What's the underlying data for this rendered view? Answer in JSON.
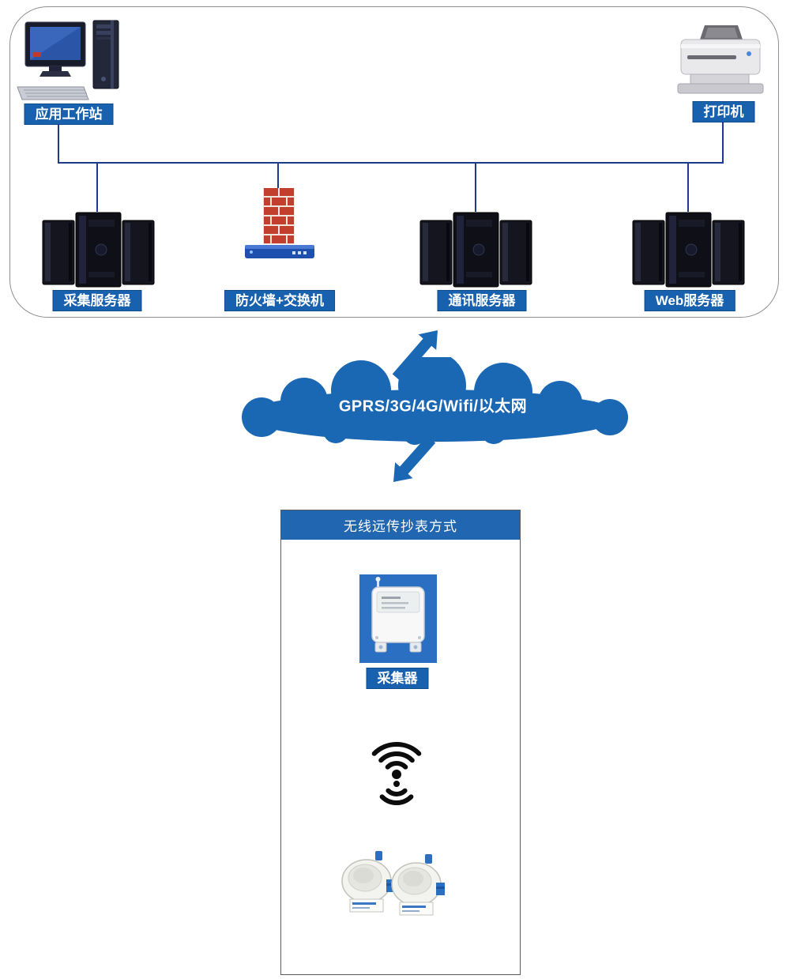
{
  "colors": {
    "label_bg": "#1861ae",
    "cloud_fill": "#1a68b4",
    "header_bg": "#2166b0",
    "connector_line": "#1e3c8e",
    "collector_bg": "#2b6fc2",
    "firewall_brick": "#c13f2c",
    "switch_blue": "#1e4fae",
    "signal_black": "#0c0c0c"
  },
  "top_panel": {
    "workstation_label": "应用工作站",
    "printer_label": "打印机",
    "collection_server_label": "采集服务器",
    "firewall_switch_label": "防火墙+交换机",
    "communication_server_label": "通讯服务器",
    "web_server_label": "Web服务器"
  },
  "cloud": {
    "label": "GPRS/3G/4G/Wifi/以太网"
  },
  "meter_panel": {
    "title": "无线远传抄表方式",
    "collector_label": "采集器"
  },
  "icons": {
    "workstation": "workstation-icon",
    "printer": "printer-icon",
    "server": "server-icon",
    "firewall_switch": "firewall-switch-icon",
    "collector": "collector-icon",
    "wireless_signal": "wireless-signal-icon",
    "water_meter": "water-meter-icon",
    "up_arrow": "up-arrow-icon",
    "down_arrow": "down-arrow-icon",
    "cloud": "network-cloud-shape"
  }
}
